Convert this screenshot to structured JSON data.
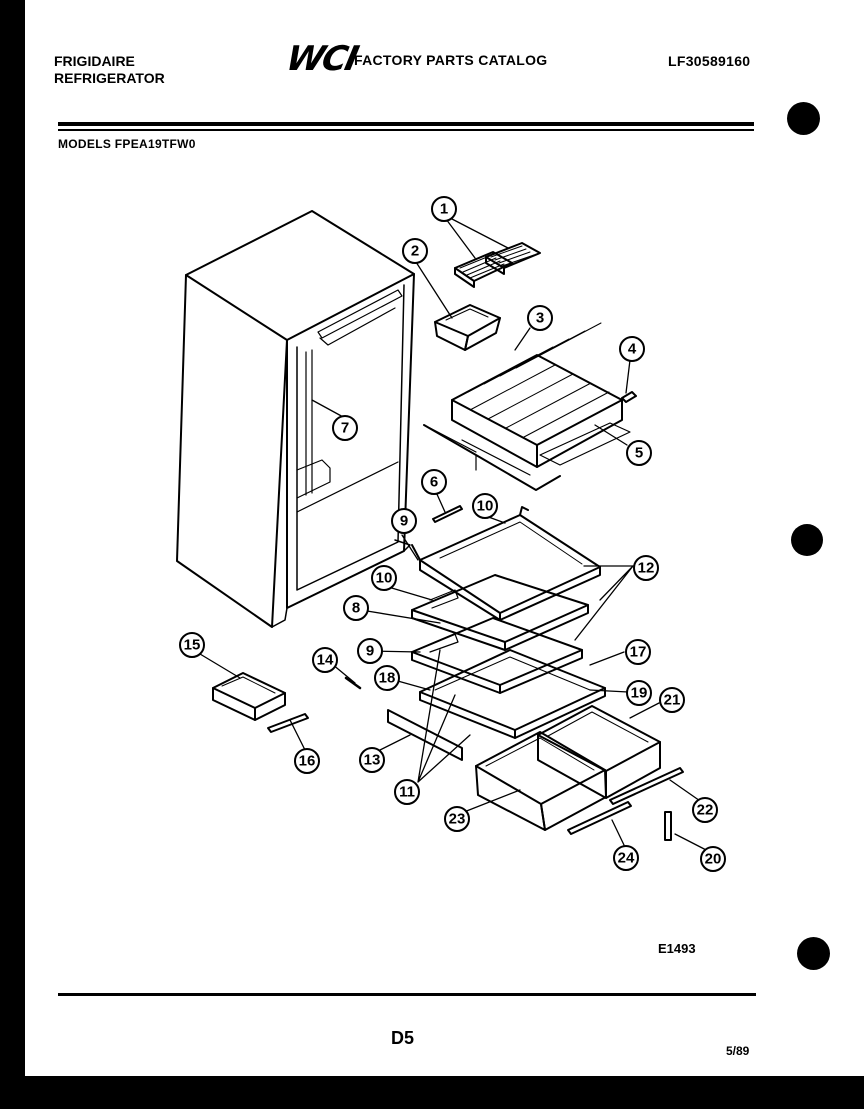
{
  "header": {
    "brand": "FRIGIDAIRE",
    "product": "REFRIGERATOR",
    "logo_text": "WCI",
    "catalog_title": "FACTORY PARTS CATALOG",
    "catalog_number": "LF30589160",
    "models_label": "MODELS FPEA19TFW0"
  },
  "diagram": {
    "callouts": [
      "1",
      "2",
      "3",
      "4",
      "5",
      "6",
      "7",
      "8",
      "9",
      "10",
      "11",
      "12",
      "13",
      "14",
      "15",
      "16",
      "17",
      "18",
      "19",
      "20",
      "21",
      "22",
      "23",
      "24"
    ],
    "illustration_code": "E1493"
  },
  "footer": {
    "page_code": "D5",
    "date_code": "5/89"
  }
}
